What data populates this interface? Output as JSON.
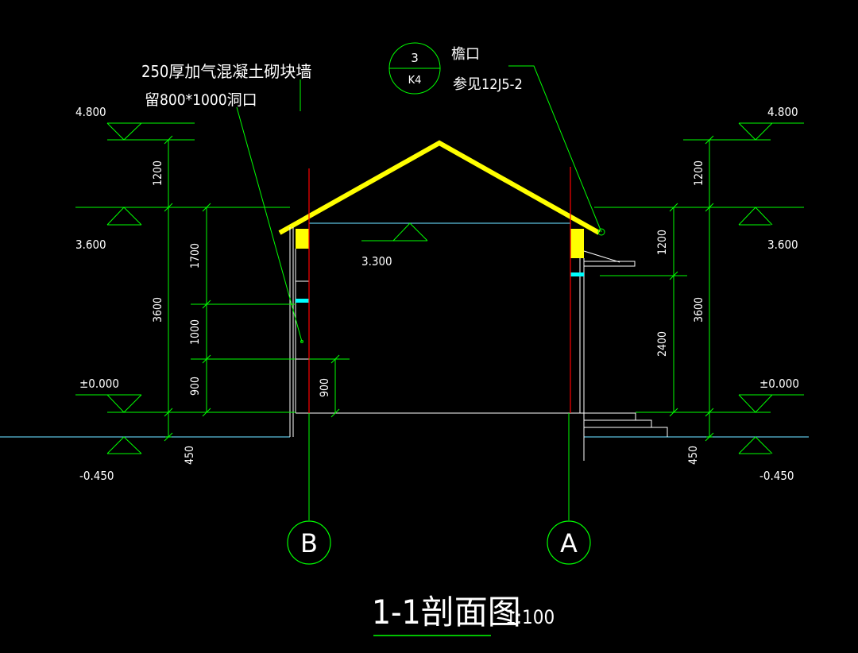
{
  "drawing": {
    "title": "1-1剖面图",
    "scale": "1:100",
    "colors": {
      "background": "#000000",
      "dimension": "#00ff00",
      "roof": "#ffff00",
      "axis_line": "#ff0000",
      "structure": "#ffffff",
      "window": "#00ffff",
      "ground": "#5bc0de"
    }
  },
  "annotations": {
    "wall_note_line1": "250厚加气混凝土砌块墙",
    "wall_note_line2": "留800*1000洞口",
    "eave_label": "檐口",
    "eave_ref": "参见12J5-2",
    "detail_number": "3",
    "detail_sheet": "K4"
  },
  "elevations": {
    "left_top": "4.800",
    "left_eave": "3.600",
    "left_floor": "±0.000",
    "left_ground": "-0.450",
    "right_top": "4.800",
    "right_eave": "3.600",
    "right_floor": "±0.000",
    "right_ground": "-0.450",
    "ceiling": "3.300"
  },
  "dimensions_left": {
    "roof": "1200",
    "total": "3600",
    "upper": "1700",
    "opening": "1000",
    "sill": "900",
    "plinth": "450",
    "inner_sill": "900"
  },
  "dimensions_right": {
    "roof": "1200",
    "total": "3600",
    "upper": "1200",
    "lower": "2400",
    "plinth": "450"
  },
  "axes": {
    "left": "B",
    "right": "A"
  }
}
